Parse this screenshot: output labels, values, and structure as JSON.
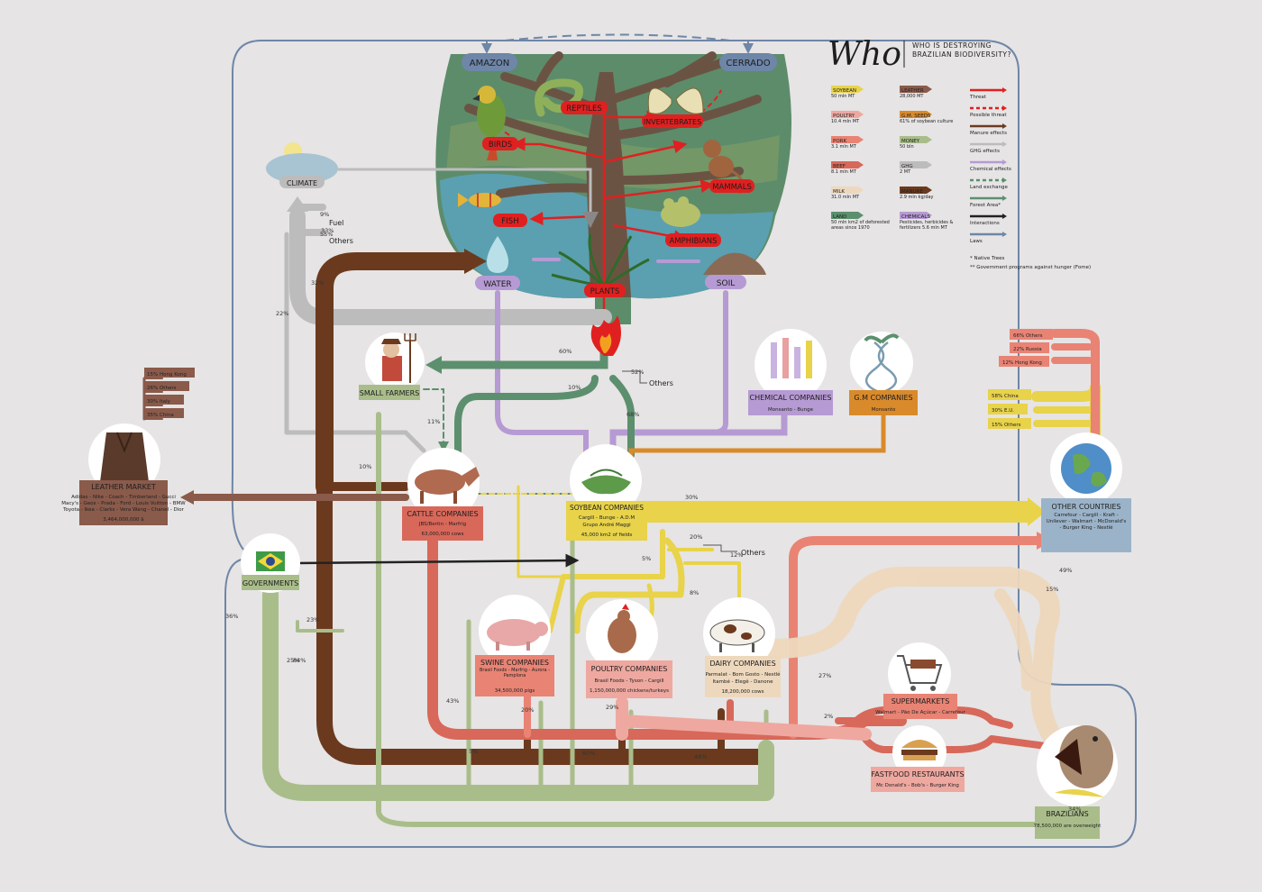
{
  "title": {
    "main": "Who",
    "subtitle": "WHO IS DESTROYING BRAZILIAN BIODIVERSITY?"
  },
  "biomes": {
    "amazon": "AMAZON",
    "cerrado": "CERRADO"
  },
  "ecosystem": {
    "reptiles": "REPTILES",
    "invertebrates": "INVERTEBRATES",
    "birds": "BIRDS",
    "mammals": "MAMMALS",
    "fish": "FISH",
    "amphibians": "AMPHIBIANS",
    "plants": "PLANTS",
    "water": "WATER",
    "soil": "SOIL",
    "climate": "CLIMATE"
  },
  "actors": {
    "small_farmers": "SMALL FARMERS",
    "chemical": {
      "name": "CHEMICAL COMPANIES",
      "sub": "Monsanto - Bunge"
    },
    "gm": {
      "name": "G.M COMPANIES",
      "sub": "Monsanto"
    },
    "cattle": {
      "name": "CATTLE COMPANIES",
      "sub": "JBS/Bertin - Marfrig",
      "stat": "63,000,000 cows"
    },
    "soybean": {
      "name": "SOYBEAN COMPANIES",
      "sub1": "Cargill - Bunge - A.D.M",
      "sub2": "Grupo André Maggi",
      "stat": "45,000 km2 of fields"
    },
    "swine": {
      "name": "SWINE COMPANIES",
      "sub": "Brasil Foods - Marfrig - Aurora - Pamplona",
      "stat": "34,500,000 pigs"
    },
    "poultry": {
      "name": "POULTRY COMPANIES",
      "sub": "Brasil Foods - Tyson - Cargill",
      "stat": "1,150,000,000 chickens/turkeys"
    },
    "dairy": {
      "name": "DAIRY COMPANIES",
      "sub": "Parmalat - Bom Gosto - Nestlé",
      "sub2": "Itambé - Elegê - Danone",
      "stat": "18,200,000 cows"
    },
    "leather": {
      "name": "LEATHER MARKET",
      "sub1": "Adidas - Nike - Coach - Timberland - Gucci",
      "sub2": "Macy's - Geox - Prada - Ford - Louis Vuitton - BMW",
      "sub3": "Toyota - Ikea - Clarks - Vera Wang - Chanel - Dior",
      "stat": "3,464,000,000 $"
    },
    "governments": "GOVERNMENTS",
    "other_countries": {
      "name": "OTHER COUNTRIES",
      "sub": "Carrefour - Cargill - Kraft - Unilever - Walmart - McDonald's - Burger King - Nestlé"
    },
    "supermarkets": {
      "name": "SUPERMARKETS",
      "sub": "Walmart - Pão De Açúcar - Carrefour"
    },
    "fastfood": {
      "name": "FASTFOOD RESTAURANTS",
      "sub": "Mc Donald's - Bob's - Burger King"
    },
    "brazilians": {
      "name": "BRAZILIANS",
      "stat": "78,500,000 are overweight"
    }
  },
  "leather_exports": [
    "15% Hong Kong",
    "26% Others",
    "30% Italy",
    "35% China"
  ],
  "export_red": [
    "66% Others",
    "22% Russia",
    "12% Hong Kong"
  ],
  "export_yellow": [
    "58% China",
    "30% E.U.",
    "15% Others"
  ],
  "climate_causes": [
    "Fuel",
    "Others"
  ],
  "plants_others": "Others",
  "soy_others": "Others",
  "percentages": [
    "22%",
    "9%",
    "55%",
    "32%",
    "33%",
    "11%",
    "10%",
    "60%",
    "10%",
    "52%",
    "68%",
    "30%",
    "20%",
    "5%",
    "12%",
    "8%",
    "23%",
    "25%",
    "43%",
    "5%",
    "20%",
    "29%",
    "60%",
    "46%",
    "27%",
    "2%",
    "49%",
    "15%",
    "36%",
    "84%",
    "34%"
  ],
  "legend": {
    "items": [
      {
        "name": "SOYBEAN",
        "value": "50 mln MT",
        "color": "#e8d34a"
      },
      {
        "name": "POULTRY",
        "value": "10.4 mln MT",
        "color": "#eea8a0"
      },
      {
        "name": "PORK",
        "value": "3.1 mln MT",
        "color": "#e98374"
      },
      {
        "name": "BEEF",
        "value": "8.1 mln MT",
        "color": "#d8685a"
      },
      {
        "name": "MILK",
        "value": "31.0 mln MT",
        "color": "#eed8bd"
      },
      {
        "name": "LAND",
        "value": "50 mln km2 of deforested areas since 1970",
        "color": "#5c8f6e"
      },
      {
        "name": "LEATHER",
        "value": "28,000 MT",
        "color": "#8a5a4b"
      },
      {
        "name": "G.M. SEEDS",
        "value": "61% of soybean culture",
        "color": "#d98a2b"
      },
      {
        "name": "MONEY",
        "value": "50 bln",
        "color": "#a9bd8a"
      },
      {
        "name": "GHG",
        "value": "2 MT",
        "color": "#bcbcbc"
      },
      {
        "name": "MANURE",
        "value": "2.9 mln kg/day",
        "color": "#6b3a1e"
      },
      {
        "name": "CHEMICALS",
        "value": "Pesticides, herbicides & fertilizers 5.6 mln MT",
        "color": "#b69ad3"
      }
    ],
    "arrows": [
      {
        "label": "Threat",
        "color": "#e02020",
        "style": "solid"
      },
      {
        "label": "Possible threat",
        "color": "#e02020",
        "style": "dashed"
      },
      {
        "label": "Manure effects",
        "color": "#6b3a1e",
        "style": "solid"
      },
      {
        "label": "GHG effects",
        "color": "#bcbcbc",
        "style": "solid"
      },
      {
        "label": "Chemical effects",
        "color": "#b69ad3",
        "style": "solid"
      },
      {
        "label": "Land exchange",
        "color": "#5c8f6e",
        "style": "dashed"
      },
      {
        "label": "Forest Area*",
        "color": "#5c8f6e",
        "style": "solid"
      },
      {
        "label": "Interactions",
        "color": "#222222",
        "style": "solid"
      },
      {
        "label": "Laws",
        "color": "#6e86a8",
        "style": "solid"
      }
    ],
    "notes": [
      "* Native Trees",
      "** Government programs against hunger (Fome)"
    ]
  },
  "colors": {
    "background": "#e6e4e4",
    "tree": "#5d8c6a",
    "trunk": "#6b5344",
    "water_area": "#5aa0b0",
    "manure": "#6b3a1e",
    "soybean": "#e8d34a",
    "money": "#a9bd8a",
    "ghg": "#bcbcbc",
    "chemicals": "#b69ad3",
    "gm": "#d98a2b",
    "beef": "#d8685a",
    "poultry": "#eea8a0",
    "milk": "#eed8bd",
    "laws": "#6e86a8",
    "threat": "#e02020"
  }
}
